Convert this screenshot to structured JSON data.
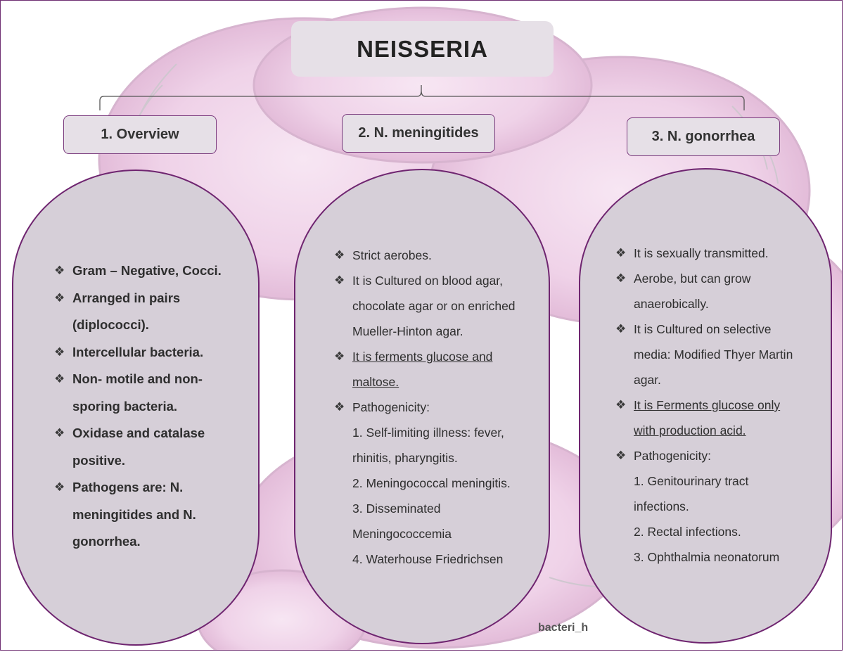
{
  "title": "NEISSERIA",
  "colors": {
    "box_fill": "#e6e0e7",
    "oval_fill": "#d6cfd8",
    "border": "#6f2570",
    "background_cells": "#f0d4ea"
  },
  "sections": [
    {
      "header": "1. Overview",
      "items": [
        {
          "type": "bullet",
          "text": "Gram – Negative, Cocci."
        },
        {
          "type": "bullet",
          "text": "Arranged in pairs"
        },
        {
          "type": "cont",
          "text": "(diplococci)."
        },
        {
          "type": "bullet",
          "text": "Intercellular bacteria."
        },
        {
          "type": "bullet",
          "text": "Non- motile and non-"
        },
        {
          "type": "cont",
          "text": "sporing bacteria."
        },
        {
          "type": "bullet",
          "text": "Oxidase and catalase"
        },
        {
          "type": "cont",
          "text": "positive."
        },
        {
          "type": "bullet",
          "text": "Pathogens are: N."
        },
        {
          "type": "cont",
          "text": "meningitides and N."
        },
        {
          "type": "cont",
          "text": "gonorrhea."
        }
      ]
    },
    {
      "header": "2. N. meningitides",
      "items": [
        {
          "type": "bullet",
          "text": "Strict aerobes."
        },
        {
          "type": "bullet",
          "text": "It is Cultured on blood agar,"
        },
        {
          "type": "cont",
          "text": "chocolate agar or on enriched"
        },
        {
          "type": "cont",
          "text": "Mueller-Hinton agar."
        },
        {
          "type": "bullet",
          "text": "It is ferments glucose and",
          "underline": true
        },
        {
          "type": "cont",
          "text": "maltose.",
          "underline": true
        },
        {
          "type": "bullet",
          "text": "Pathogenicity:"
        },
        {
          "type": "cont",
          "text": "1. Self-limiting illness: fever,"
        },
        {
          "type": "cont",
          "text": "rhinitis, pharyngitis."
        },
        {
          "type": "cont",
          "text": "2. Meningococcal meningitis."
        },
        {
          "type": "cont",
          "text": "3. Disseminated"
        },
        {
          "type": "cont",
          "text": "Meningococcemia"
        },
        {
          "type": "cont",
          "text": "4. Waterhouse Friedrichsen"
        }
      ]
    },
    {
      "header": "3. N. gonorrhea",
      "items": [
        {
          "type": "bullet",
          "text": "It is sexually transmitted."
        },
        {
          "type": "bullet",
          "text": "Aerobe, but can grow"
        },
        {
          "type": "cont",
          "text": "anaerobically."
        },
        {
          "type": "bullet",
          "text": "It is Cultured on selective"
        },
        {
          "type": "cont",
          "text": "media: Modified Thyer Martin"
        },
        {
          "type": "cont",
          "text": "agar."
        },
        {
          "type": "bullet",
          "text": "It is Ferments glucose only",
          "underline": true
        },
        {
          "type": "cont",
          "text": "with production acid.",
          "underline": true
        },
        {
          "type": "bullet",
          "text": " Pathogenicity:"
        },
        {
          "type": "cont",
          "text": "1. Genitourinary tract"
        },
        {
          "type": "cont",
          "text": "infections."
        },
        {
          "type": "cont",
          "text": "2. Rectal infections."
        },
        {
          "type": "cont",
          "text": "3. Ophthalmia neonatorum"
        }
      ]
    }
  ],
  "watermark": "bacteri_h"
}
